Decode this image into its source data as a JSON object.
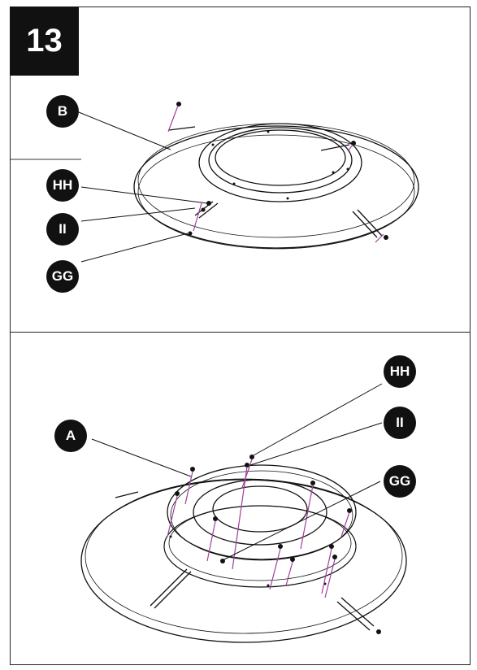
{
  "step": {
    "number": "13"
  },
  "top_panel": {
    "callouts": [
      "B",
      "HH",
      "II",
      "GG"
    ]
  },
  "bottom_panel": {
    "callouts": [
      "HH",
      "II",
      "A",
      "GG"
    ]
  },
  "colors": {
    "outline": "#111111",
    "screw_line": "#a0409a",
    "background": "#ffffff"
  }
}
